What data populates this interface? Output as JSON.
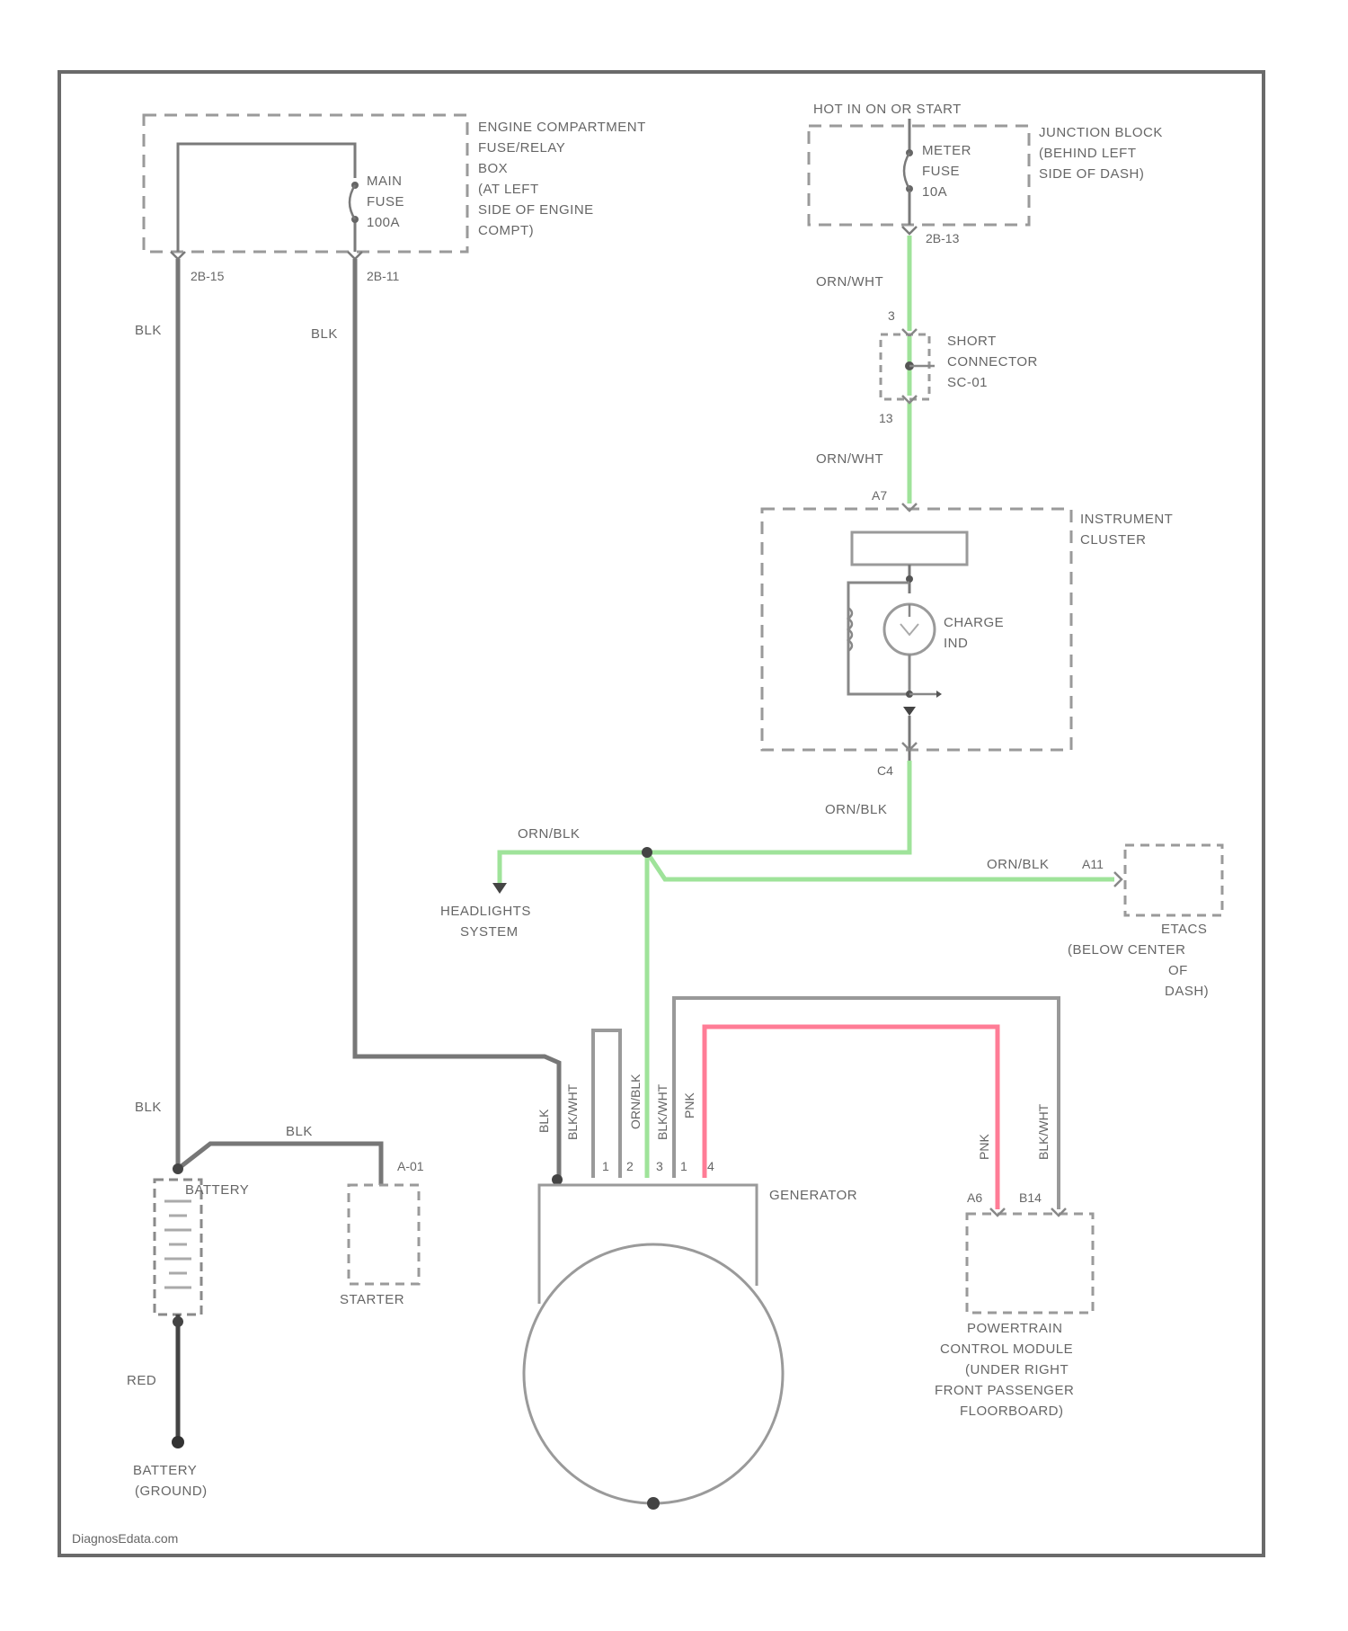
{
  "diagram": {
    "engine_box": {
      "title_lines": [
        "ENGINE COMPARTMENT",
        "FUSE/RELAY",
        "BOX",
        "(AT LEFT",
        "SIDE OF ENGINE",
        "COMPT)"
      ],
      "fuse_lines": [
        "MAIN",
        "FUSE",
        "100A"
      ],
      "pin_left": "2B-15",
      "pin_right": "2B-11"
    },
    "junction_block": {
      "header": "HOT IN ON OR START",
      "title_lines": [
        "JUNCTION BLOCK",
        "(BEHIND LEFT",
        "SIDE OF DASH)"
      ],
      "fuse_lines": [
        "METER",
        "FUSE",
        "10A"
      ],
      "pin": "2B-13"
    },
    "short_connector": {
      "pin_top": "3",
      "pin_bottom": "13",
      "title_lines": [
        "SHORT",
        "CONNECTOR",
        "SC-01"
      ]
    },
    "instrument_cluster": {
      "pin_top": "A7",
      "pin_bottom": "C4",
      "title_lines": [
        "INSTRUMENT",
        "CLUSTER"
      ],
      "indicator_lines": [
        "CHARGE",
        "IND"
      ]
    },
    "wires": {
      "blk_left_upper": "BLK",
      "blk_mid": "BLK",
      "blk_left_lower": "BLK",
      "blk_battery_starter": "BLK",
      "red": "RED",
      "orn_wht_1": "ORN/WHT",
      "orn_wht_2": "ORN/WHT",
      "orn_blk_1": "ORN/BLK",
      "orn_blk_2": "ORN/BLK",
      "orn_blk_3": "ORN/BLK",
      "gen_wire_1": "BLK",
      "gen_wire_2": "BLK/WHT",
      "gen_wire_3": "ORN/BLK",
      "gen_wire_4": "BLK/WHT",
      "gen_wire_5": "PNK",
      "pcm_wire_1": "PNK",
      "pcm_wire_2": "BLK/WHT"
    },
    "headlights_lines": [
      "HEADLIGHTS",
      "SYSTEM"
    ],
    "etacs": {
      "pin": "A11",
      "title_lines": [
        "ETACS",
        "(BELOW CENTER",
        "OF",
        "DASH)"
      ]
    },
    "battery": {
      "label": "BATTERY",
      "ground_lines": [
        "BATTERY",
        "(GROUND)"
      ]
    },
    "starter": {
      "label": "STARTER",
      "pin": "A-01"
    },
    "generator": {
      "label": "GENERATOR",
      "pins": [
        "1",
        "2",
        "3",
        "1",
        "4"
      ]
    },
    "pcm": {
      "pin_left": "A6",
      "pin_right": "B14",
      "title_lines": [
        "POWERTRAIN",
        "CONTROL MODULE",
        "(UNDER RIGHT",
        "FRONT PASSENGER",
        "FLOORBOARD)"
      ]
    },
    "watermark": "DiagnosEdata.com",
    "colors": {
      "frame": "#6a6a6a",
      "black_wire": "#777777",
      "green_wire": "#9fe39a",
      "red_wire": "#ff7c96",
      "dash": "#9a9a9a"
    }
  }
}
